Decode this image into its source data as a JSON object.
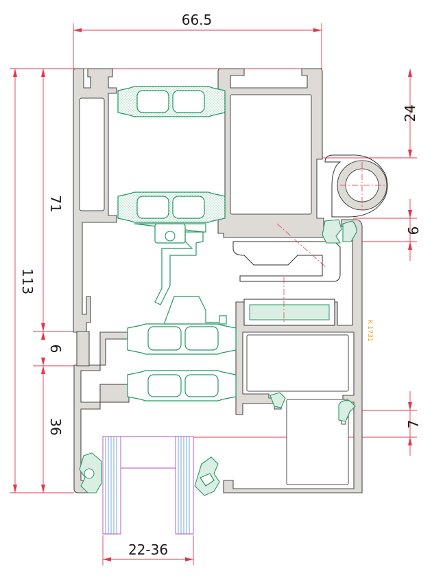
{
  "dimensions": {
    "overall_width": "66.5",
    "overall_height": "113",
    "upper_height": "71",
    "middle_gap": "6",
    "lower_height": "36",
    "top_right": "24",
    "right_mid": "6",
    "right_low": "7",
    "glazing": "22-36"
  },
  "profile_code": "K 1731",
  "colors": {
    "dimension": "#e8344a",
    "insulation": "#1f9a60",
    "aluminium_fill": "#dedad6",
    "profile_code": "#e8a21c",
    "glass": "#4d8fd6"
  }
}
